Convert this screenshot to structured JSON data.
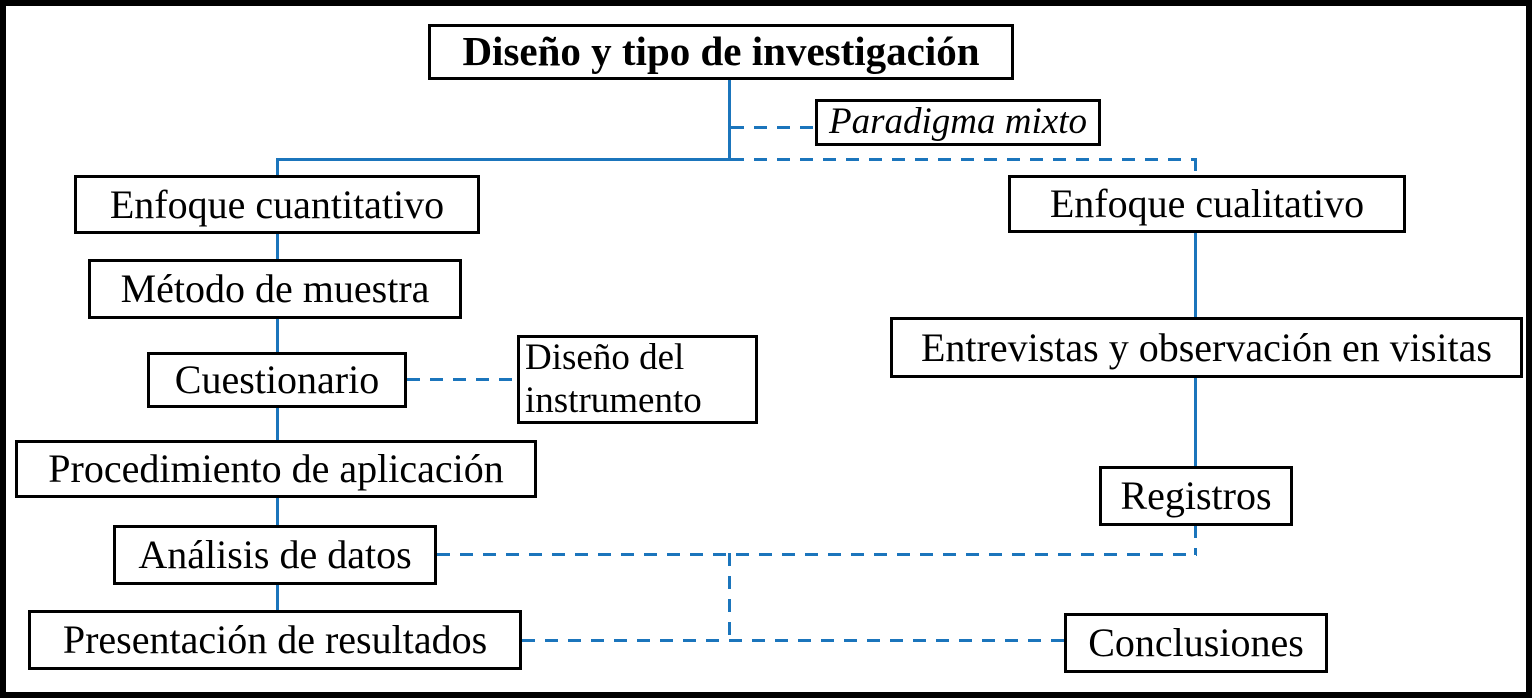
{
  "colors": {
    "accent": "#1B75BC",
    "box_border": "#000000",
    "text": "#000000",
    "background": "#FFFFFF"
  },
  "nodes": {
    "title": "Diseño y tipo de investigación",
    "paradigma_mixto": "Paradigma mixto",
    "enfoque_cuantitativo": "Enfoque cuantitativo",
    "metodo_de_muestra": "Método de muestra",
    "cuestionario": "Cuestionario",
    "diseno_del_instrumento": "Diseño del instrumento",
    "procedimiento_de_aplicacion": "Procedimiento de aplicación",
    "analisis_de_datos": "Análisis de datos",
    "presentacion_de_resultados": "Presentación de resultados",
    "enfoque_cualitativo": "Enfoque cualitativo",
    "entrevistas_y_observacion": "Entrevistas y observación en visitas",
    "registros": "Registros",
    "conclusiones": "Conclusiones"
  }
}
